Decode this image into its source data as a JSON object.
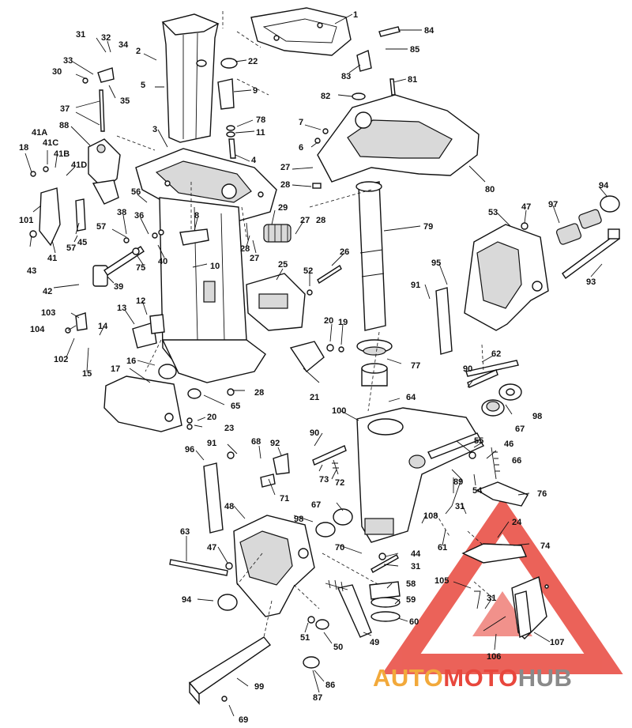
{
  "colors": {
    "line": "#111111",
    "watermark_red": "#e8473d",
    "watermark_orange": "#f2a93b",
    "watermark_gray": "#8a8a8a"
  },
  "labels": [
    {
      "id": "1",
      "t": "1"
    },
    {
      "id": "84",
      "t": "84"
    },
    {
      "id": "85",
      "t": "85"
    },
    {
      "id": "31a",
      "t": "31"
    },
    {
      "id": "32",
      "t": "32"
    },
    {
      "id": "34",
      "t": "34"
    },
    {
      "id": "2",
      "t": "2"
    },
    {
      "id": "22",
      "t": "22"
    },
    {
      "id": "33",
      "t": "33"
    },
    {
      "id": "30",
      "t": "30"
    },
    {
      "id": "35",
      "t": "35"
    },
    {
      "id": "83",
      "t": "83"
    },
    {
      "id": "81",
      "t": "81"
    },
    {
      "id": "5",
      "t": "5"
    },
    {
      "id": "9",
      "t": "9"
    },
    {
      "id": "37",
      "t": "37"
    },
    {
      "id": "82",
      "t": "82"
    },
    {
      "id": "78",
      "t": "78"
    },
    {
      "id": "7",
      "t": "7"
    },
    {
      "id": "41A",
      "t": "41A"
    },
    {
      "id": "88",
      "t": "88"
    },
    {
      "id": "11",
      "t": "11"
    },
    {
      "id": "3",
      "t": "3"
    },
    {
      "id": "41C",
      "t": "41C"
    },
    {
      "id": "6",
      "t": "6"
    },
    {
      "id": "18",
      "t": "18"
    },
    {
      "id": "41B",
      "t": "41B"
    },
    {
      "id": "4",
      "t": "4"
    },
    {
      "id": "41D",
      "t": "41D"
    },
    {
      "id": "27a",
      "t": "27"
    },
    {
      "id": "28a",
      "t": "28"
    },
    {
      "id": "80",
      "t": "80"
    },
    {
      "id": "94a",
      "t": "94"
    },
    {
      "id": "56",
      "t": "56"
    },
    {
      "id": "97",
      "t": "97"
    },
    {
      "id": "47a",
      "t": "47"
    },
    {
      "id": "29",
      "t": "29"
    },
    {
      "id": "101",
      "t": "101"
    },
    {
      "id": "38",
      "t": "38"
    },
    {
      "id": "36",
      "t": "36"
    },
    {
      "id": "8",
      "t": "8"
    },
    {
      "id": "53",
      "t": "53"
    },
    {
      "id": "27b",
      "t": "27"
    },
    {
      "id": "28b",
      "t": "28"
    },
    {
      "id": "57a",
      "t": "57"
    },
    {
      "id": "45",
      "t": "45"
    },
    {
      "id": "79",
      "t": "79"
    },
    {
      "id": "28c",
      "t": "28"
    },
    {
      "id": "43",
      "t": "43"
    },
    {
      "id": "41",
      "t": "41"
    },
    {
      "id": "57b",
      "t": "57"
    },
    {
      "id": "27c",
      "t": "27"
    },
    {
      "id": "40",
      "t": "40"
    },
    {
      "id": "26",
      "t": "26"
    },
    {
      "id": "75",
      "t": "75"
    },
    {
      "id": "93",
      "t": "93"
    },
    {
      "id": "10",
      "t": "10"
    },
    {
      "id": "95",
      "t": "95"
    },
    {
      "id": "25",
      "t": "25"
    },
    {
      "id": "52",
      "t": "52"
    },
    {
      "id": "39",
      "t": "39"
    },
    {
      "id": "91a",
      "t": "91"
    },
    {
      "id": "42",
      "t": "42"
    },
    {
      "id": "103",
      "t": "103"
    },
    {
      "id": "12",
      "t": "12"
    },
    {
      "id": "13",
      "t": "13"
    },
    {
      "id": "20a",
      "t": "20"
    },
    {
      "id": "19",
      "t": "19"
    },
    {
      "id": "104",
      "t": "104"
    },
    {
      "id": "14",
      "t": "14"
    },
    {
      "id": "62",
      "t": "62"
    },
    {
      "id": "102",
      "t": "102"
    },
    {
      "id": "77",
      "t": "77"
    },
    {
      "id": "15",
      "t": "15"
    },
    {
      "id": "16",
      "t": "16"
    },
    {
      "id": "90a",
      "t": "90"
    },
    {
      "id": "17",
      "t": "17"
    },
    {
      "id": "21",
      "t": "21"
    },
    {
      "id": "28d",
      "t": "28"
    },
    {
      "id": "64",
      "t": "64"
    },
    {
      "id": "65",
      "t": "65"
    },
    {
      "id": "98a",
      "t": "98"
    },
    {
      "id": "100",
      "t": "100"
    },
    {
      "id": "67a",
      "t": "67"
    },
    {
      "id": "20b",
      "t": "20"
    },
    {
      "id": "23",
      "t": "23"
    },
    {
      "id": "46",
      "t": "46"
    },
    {
      "id": "90b",
      "t": "90"
    },
    {
      "id": "55",
      "t": "55"
    },
    {
      "id": "91b",
      "t": "91"
    },
    {
      "id": "68",
      "t": "68"
    },
    {
      "id": "92",
      "t": "92"
    },
    {
      "id": "96",
      "t": "96"
    },
    {
      "id": "66",
      "t": "66"
    },
    {
      "id": "73",
      "t": "73"
    },
    {
      "id": "72",
      "t": "72"
    },
    {
      "id": "89",
      "t": "89"
    },
    {
      "id": "54",
      "t": "54"
    },
    {
      "id": "71",
      "t": "71"
    },
    {
      "id": "76",
      "t": "76"
    },
    {
      "id": "48",
      "t": "48"
    },
    {
      "id": "31b",
      "t": "31"
    },
    {
      "id": "67b",
      "t": "67"
    },
    {
      "id": "98b",
      "t": "98"
    },
    {
      "id": "108",
      "t": "108"
    },
    {
      "id": "63",
      "t": "63"
    },
    {
      "id": "24",
      "t": "24"
    },
    {
      "id": "61",
      "t": "61"
    },
    {
      "id": "74",
      "t": "74"
    },
    {
      "id": "70",
      "t": "70"
    },
    {
      "id": "44",
      "t": "44"
    },
    {
      "id": "47b",
      "t": "47"
    },
    {
      "id": "31c",
      "t": "31"
    },
    {
      "id": "105",
      "t": "105"
    },
    {
      "id": "58",
      "t": "58"
    },
    {
      "id": "94b",
      "t": "94"
    },
    {
      "id": "31d",
      "t": "31"
    },
    {
      "id": "59",
      "t": "59"
    },
    {
      "id": "60",
      "t": "60"
    },
    {
      "id": "51",
      "t": "51"
    },
    {
      "id": "49",
      "t": "49"
    },
    {
      "id": "107",
      "t": "107"
    },
    {
      "id": "50",
      "t": "50"
    },
    {
      "id": "106",
      "t": "106"
    },
    {
      "id": "99",
      "t": "99"
    },
    {
      "id": "86",
      "t": "86"
    },
    {
      "id": "87",
      "t": "87"
    },
    {
      "id": "69",
      "t": "69"
    }
  ],
  "watermark": {
    "part1": "AUTO",
    "part2": "MOTO",
    "part3": "HUB"
  }
}
